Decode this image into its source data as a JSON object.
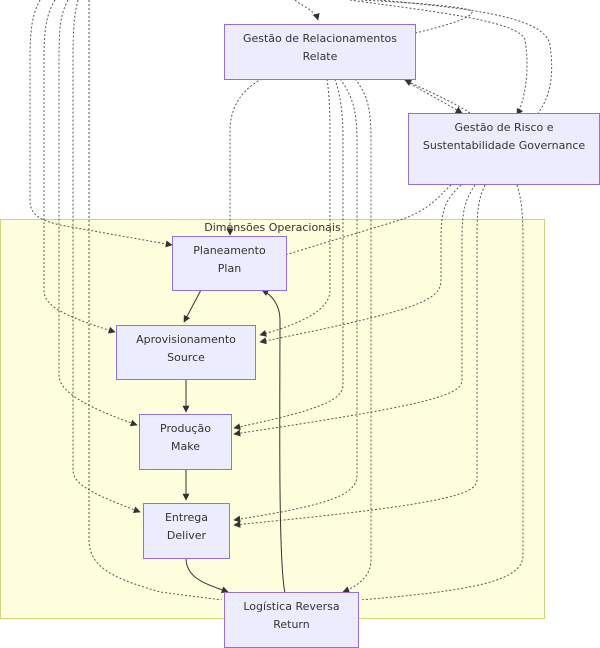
{
  "diagram": {
    "cluster": {
      "label": "Dimensões Operacionais"
    },
    "nodes": {
      "relate": {
        "line1": "Gestão de Relacionamentos",
        "line2": "Relate"
      },
      "governance": {
        "line1": "Gestão de Risco e",
        "line2": "Sustentabilidade Governance"
      },
      "plan": {
        "line1": "Planeamento",
        "line2": "Plan"
      },
      "source": {
        "line1": "Aprovisionamento",
        "line2": "Source"
      },
      "make": {
        "line1": "Produção",
        "line2": "Make"
      },
      "deliver": {
        "line1": "Entrega",
        "line2": "Deliver"
      },
      "return": {
        "line1": "Logística Reversa",
        "line2": "Return"
      }
    },
    "colors": {
      "node_fill": "#ececff",
      "node_border": "#9370db",
      "cluster_fill": "#ffffde",
      "cluster_border": "#d3d37f",
      "edge": "#333333"
    },
    "edges": [
      {
        "from": "plan",
        "to": "source",
        "style": "solid"
      },
      {
        "from": "source",
        "to": "make",
        "style": "solid"
      },
      {
        "from": "make",
        "to": "deliver",
        "style": "solid"
      },
      {
        "from": "deliver",
        "to": "return",
        "style": "solid"
      },
      {
        "from": "return",
        "to": "plan",
        "style": "solid"
      },
      {
        "from": "relate",
        "to": "plan",
        "style": "dotted"
      },
      {
        "from": "relate",
        "to": "source",
        "style": "dotted"
      },
      {
        "from": "relate",
        "to": "make",
        "style": "dotted"
      },
      {
        "from": "relate",
        "to": "deliver",
        "style": "dotted"
      },
      {
        "from": "relate",
        "to": "return",
        "style": "dotted"
      },
      {
        "from": "relate",
        "to": "governance",
        "style": "dotted"
      },
      {
        "from": "governance",
        "to": "relate",
        "style": "dotted"
      },
      {
        "from": "governance",
        "to": "plan",
        "style": "dotted"
      },
      {
        "from": "governance",
        "to": "source",
        "style": "dotted"
      },
      {
        "from": "governance",
        "to": "make",
        "style": "dotted"
      },
      {
        "from": "governance",
        "to": "deliver",
        "style": "dotted"
      },
      {
        "from": "governance",
        "to": "return",
        "style": "dotted"
      }
    ]
  }
}
